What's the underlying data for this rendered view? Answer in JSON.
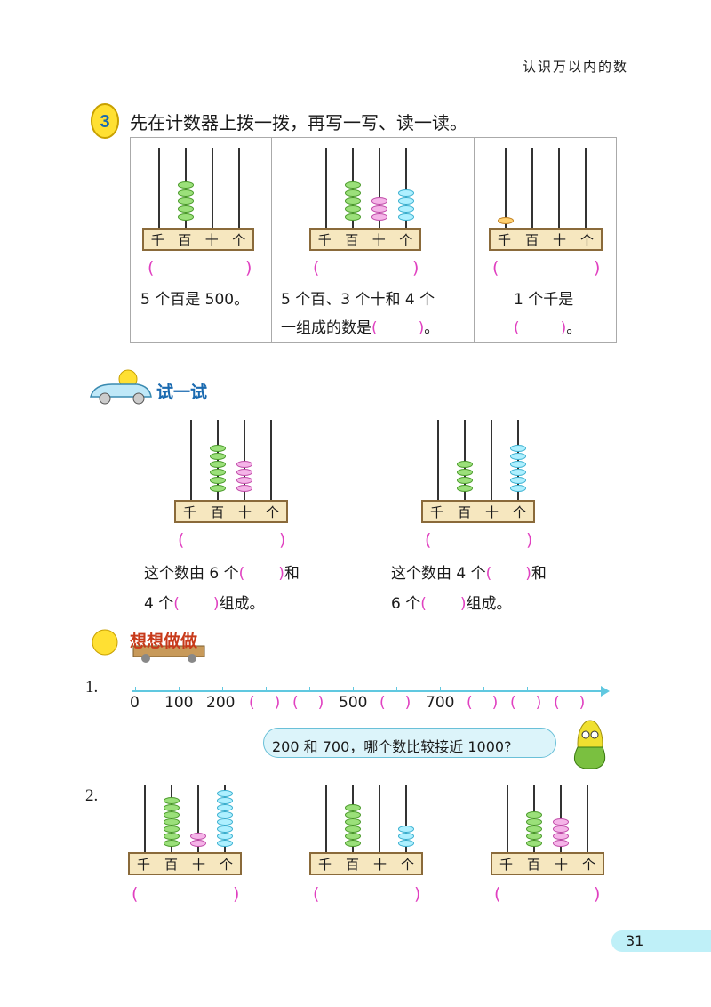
{
  "header": {
    "title": "认识万以内的数",
    "page_number": "31"
  },
  "example3": {
    "number": "3",
    "instruction": "先在计数器上拨一拨，再写一写、读一读。",
    "place_labels": [
      "千",
      "百",
      "十",
      "个"
    ],
    "cell1": {
      "text": "5 个百是 500。"
    },
    "cell2": {
      "text_line1": "5 个百、3 个十和 4 个",
      "text_line2_pre": "一组成的数是",
      "text_line2_post": "。"
    },
    "cell3": {
      "text_line1": "1 个千是",
      "text_line2_post": "。"
    }
  },
  "try_section": {
    "title": "试一试",
    "left": {
      "line1_pre": "这个数由 6 个",
      "line1_post": "和",
      "line2_pre": "4 个",
      "line2_post": "组成。"
    },
    "right": {
      "line1_pre": "这个数由 4 个",
      "line1_post": "和",
      "line2_pre": "6 个",
      "line2_post": "组成。"
    }
  },
  "think_section": {
    "title": "想想做做",
    "q1_label": "1.",
    "q1_numbers": [
      "0",
      "100",
      "200",
      "500",
      "700"
    ],
    "q1_bubble": "200 和 700，哪个数比较接近 1000?",
    "q2_label": "2."
  },
  "paren_open": "(",
  "paren_close": ")"
}
